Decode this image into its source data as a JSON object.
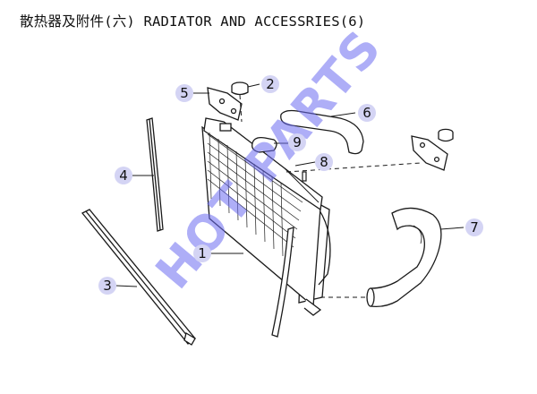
{
  "title": "散热器及附件(六)  RADIATOR AND ACCESSRIES(6)",
  "watermark": "HOT PARTS",
  "callouts": {
    "c1": "1",
    "c2": "2",
    "c3": "3",
    "c4": "4",
    "c5": "5",
    "c6": "6",
    "c7": "7",
    "c8": "8",
    "c9": "9"
  },
  "colors": {
    "line": "#1a1a1a",
    "callout_fill": "#d4d4f4",
    "watermark": "#6b6bf0"
  }
}
